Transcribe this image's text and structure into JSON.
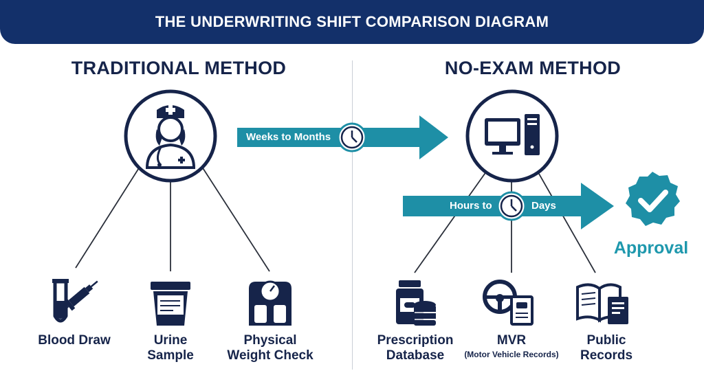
{
  "header": {
    "title": "THE UNDERWRITING SHIFT COMPARISON DIAGRAM"
  },
  "traditional": {
    "heading": "TRADITIONAL METHOD",
    "items": [
      {
        "line1": "Blood Draw",
        "line2": "",
        "icon": "test-tube-syringe-icon"
      },
      {
        "line1": "Urine",
        "line2": "Sample",
        "icon": "specimen-cup-icon"
      },
      {
        "line1": "Physical",
        "line2": "Weight Check",
        "icon": "weight-scale-icon"
      }
    ]
  },
  "no_exam": {
    "heading": "NO-EXAM METHOD",
    "items": [
      {
        "line1": "Prescription",
        "line2": "Database",
        "sub": "",
        "icon": "pill-bottle-database-icon"
      },
      {
        "line1": "MVR",
        "line2": "",
        "sub": "(Motor Vehicle Records)",
        "icon": "steering-wheel-document-icon"
      },
      {
        "line1": "Public",
        "line2": "Records",
        "sub": "",
        "icon": "book-documents-icon"
      }
    ]
  },
  "arrows": {
    "traditional_time": "Weeks to Months",
    "no_exam_time_a": "Hours to",
    "no_exam_time_b": "Days"
  },
  "result": {
    "label": "Approval"
  },
  "colors": {
    "navy": "#13306a",
    "ink": "#16244a",
    "teal": "#1e8fa6",
    "accent_text": "#1e98ad"
  }
}
